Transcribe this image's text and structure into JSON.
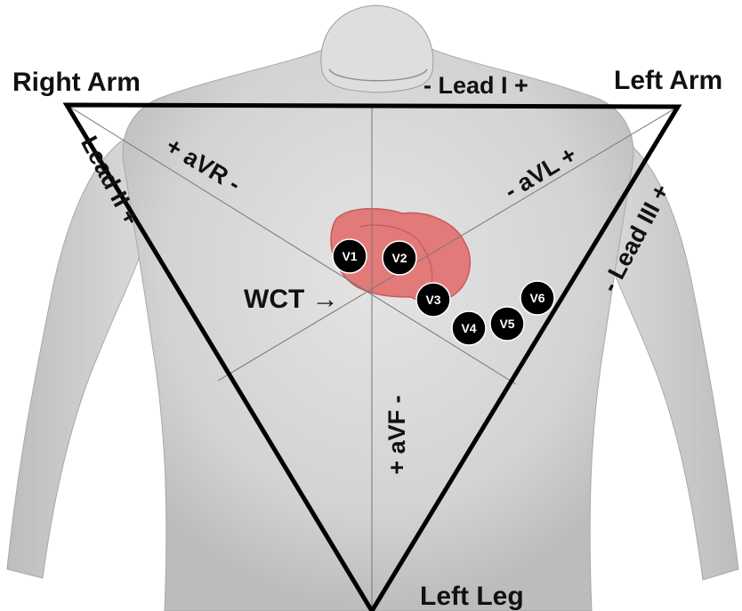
{
  "labels": {
    "right_arm": "Right Arm",
    "left_arm": "Left Arm",
    "left_leg": "Left Leg",
    "lead_I": "- Lead I +",
    "lead_II": "- Lead II +",
    "lead_III": "- Lead III +",
    "aVR": "+ aVR -",
    "aVL": "- aVL +",
    "aVF": "+ aVF -",
    "wct": "WCT →"
  },
  "electrodes": [
    "V1",
    "V2",
    "V3",
    "V4",
    "V5",
    "V6"
  ],
  "colors": {
    "body": "#d6d6d6",
    "body_shadow": "#bdbdbd",
    "heart": "#e37a7a",
    "triangle": "#000000",
    "electrode": "#000000",
    "electrode_text": "#ffffff"
  }
}
